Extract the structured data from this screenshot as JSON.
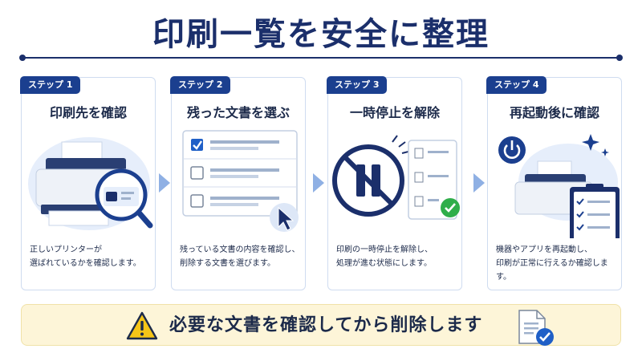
{
  "header": {
    "title": "印刷一覧を安全に整理"
  },
  "steps": [
    {
      "badge": "ステップ 1",
      "title": "印刷先を確認",
      "desc": "正しいプリンターが\n選ばれているかを確認します。"
    },
    {
      "badge": "ステップ 2",
      "title": "残った文書を選ぶ",
      "desc": "残っている文書の内容を確認し、\n削除する文書を選びます。"
    },
    {
      "badge": "ステップ 3",
      "title": "一時停止を解除",
      "desc": "印刷の一時停止を解除し、\n処理が進む状態にします。"
    },
    {
      "badge": "ステップ 4",
      "title": "再起動後に確認",
      "desc": "機器やアプリを再起動し、\n印刷が正常に行えるか確認します。"
    }
  ],
  "banner": {
    "text": "必要な文書を確認してから削除します"
  },
  "colors": {
    "navy": "#1b2f6b",
    "accent": "#1b3f8f",
    "check_green": "#2fae4a",
    "warning": "#f5c518",
    "banner_bg": "#fdf5d8"
  },
  "icons": [
    "printer-icon",
    "magnifier-icon",
    "checkbox-icon",
    "cursor-icon",
    "pause-icon",
    "document-icon",
    "check-circle-icon",
    "power-icon",
    "clipboard-icon",
    "sparkle-icon",
    "warning-icon",
    "document-check-icon"
  ]
}
